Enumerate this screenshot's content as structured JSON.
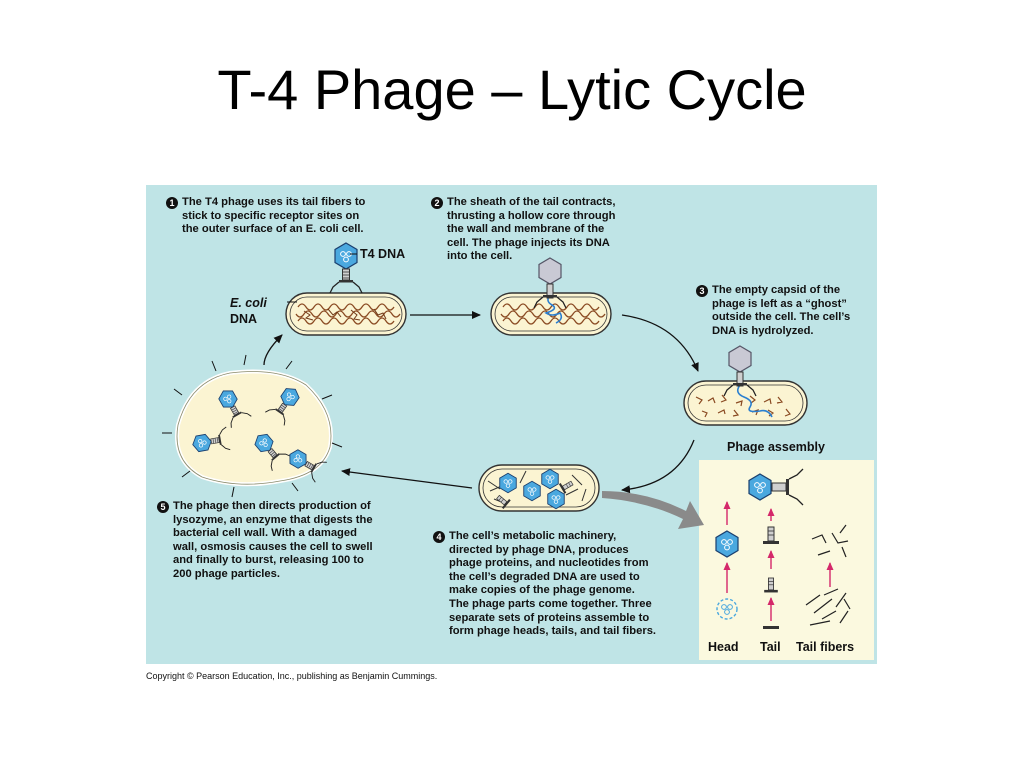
{
  "slide": {
    "title": "T-4 Phage – Lytic Cycle"
  },
  "steps": [
    {
      "number": "1",
      "lines": [
        "The T4 phage uses its tail fibers to",
        "stick to specific receptor sites on",
        "the outer surface of an E. coli cell."
      ]
    },
    {
      "number": "2",
      "lines": [
        "The sheath of the tail contracts,",
        "thrusting a hollow core through",
        "the wall and membrane of the",
        "cell. The phage injects its DNA",
        "into the cell."
      ]
    },
    {
      "number": "3",
      "lines": [
        "The empty capsid of the",
        "phage is left as a “ghost”",
        "outside the cell. The cell’s",
        "DNA is hydrolyzed."
      ]
    },
    {
      "number": "4",
      "lines": [
        "The cell’s metabolic machinery,",
        "directed by phage DNA, produces",
        "phage proteins, and nucleotides from",
        "the cell’s degraded DNA are used to",
        "make copies of the phage genome.",
        "The phage parts come together. Three",
        "separate sets of proteins assemble to",
        "form phage heads, tails, and tail fibers."
      ]
    },
    {
      "number": "5",
      "lines": [
        "The phage then directs production of",
        "lysozyme, an enzyme that digests the",
        "bacterial cell wall. With a damaged",
        "wall, osmosis causes the cell to swell",
        "and finally to burst, releasing 100 to",
        "200 phage particles."
      ]
    }
  ],
  "labels": {
    "t4_dna": "T4 DNA",
    "ecoli_dna_line1": "E. coli",
    "ecoli_dna_line2": "DNA",
    "phage_assembly": "Phage assembly",
    "head": "Head",
    "tail": "Tail",
    "tail_fibers": "Tail fibers"
  },
  "footer": {
    "copyright": "Copyright © Pearson Education, Inc., publishing as Benjamin Cummings."
  },
  "colors": {
    "panel_background": "#bfe4e6",
    "cell_fill": "#fbf4d2",
    "cell_dna": "#8a4a22",
    "phage_head": "#4aa8df",
    "phage_dna": "#2b7fd0",
    "assembly_arrow": "#d4286a",
    "assembly_background": "#fbf9df"
  }
}
